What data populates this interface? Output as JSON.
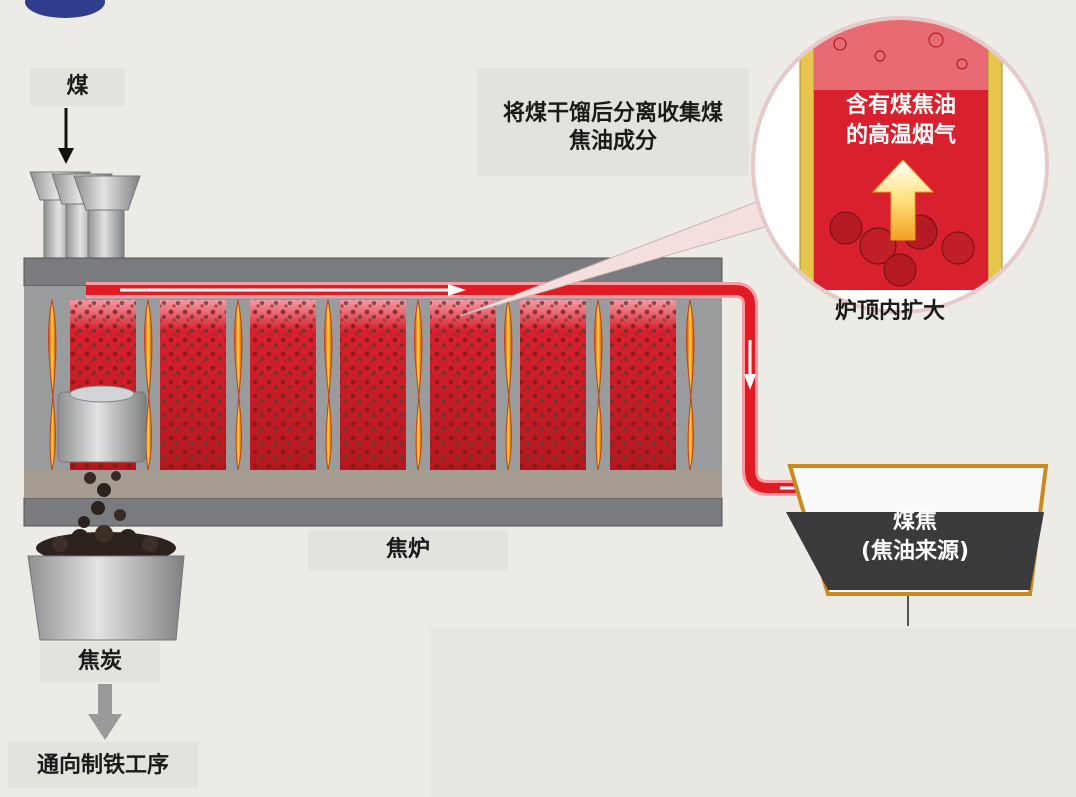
{
  "labels": {
    "coal": "煤",
    "purpose_line1": "将煤干馏后分离收集煤",
    "purpose_line2": "焦油成分",
    "callout_line1": "含有煤焦油",
    "callout_line2": "的高温烟气",
    "callout_caption": "炉顶内扩大",
    "coke_oven": "焦炉",
    "coke": "焦炭",
    "to_ironmaking": "通向制铁工序",
    "coal_tar_line1": "煤焦",
    "coal_tar_line2": "(焦油来源)"
  },
  "colors": {
    "background": "#ecebe6",
    "oven_frame": "#7a7b7e",
    "chamber_red": "#d8202e",
    "gas_arrow": "#e01b24",
    "flame": "#f08a1d",
    "steel": "#b9bbbd",
    "tank_dark": "#3a3a3c",
    "tank_rim": "#c98a1e"
  },
  "icons": [
    "down-arrow-icon",
    "up-arrow-icon",
    "flow-arrow-icon"
  ]
}
